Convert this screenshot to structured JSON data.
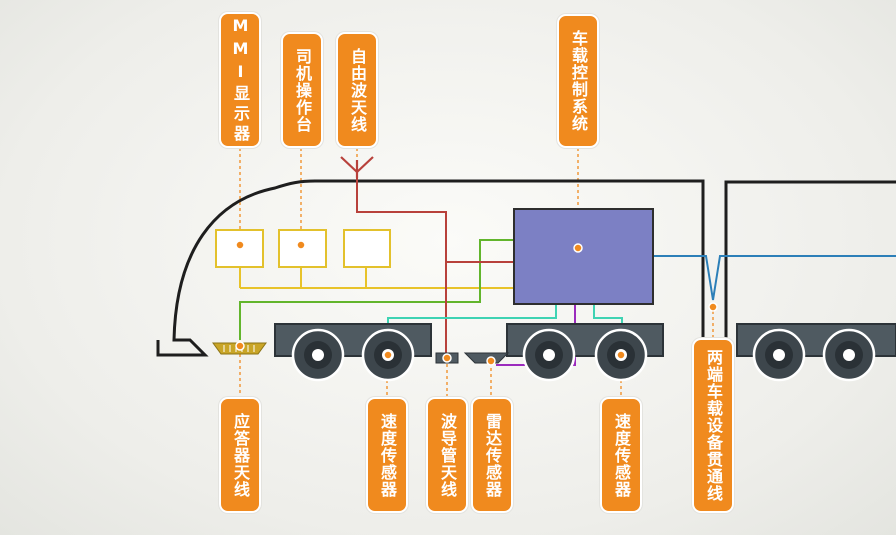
{
  "labels": {
    "mmi": "MMI显示器",
    "driver_console": "司机操作台",
    "free_wave_antenna": "自由波天线",
    "onboard_control": "车载控制系统",
    "balise_antenna": "应答器天线",
    "speed_sensor_1": "速度传感器",
    "waveguide_antenna": "波导管天线",
    "radar_sensor": "雷达传感器",
    "speed_sensor_2": "速度传感器",
    "end_link": "两端车载设备贯通线"
  },
  "colors": {
    "label_bg": "#f08a1e",
    "control_box": "#7c80c4",
    "leader_line": "#f08a1e",
    "wire_yellow": "#e8c32a",
    "wire_green": "#62b52c",
    "wire_red": "#b8413b",
    "wire_teal": "#3fd3b3",
    "wire_purple": "#9b2bbd",
    "wire_blue": "#2c7fb8",
    "bogie": "#4f5a61"
  }
}
